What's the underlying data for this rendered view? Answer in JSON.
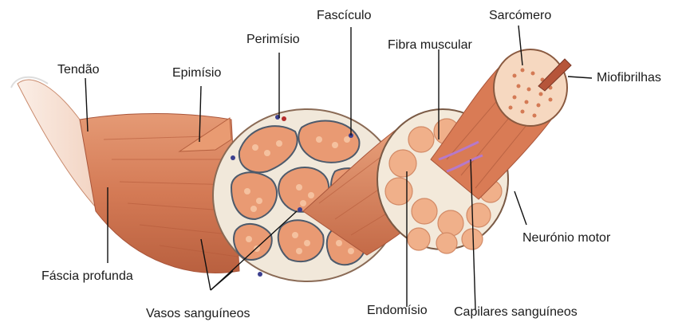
{
  "labels": {
    "tendon": "Tendão",
    "epimysium": "Epimísio",
    "perimysium": "Perimísio",
    "fascicle": "Fascículo",
    "sarcomere": "Sarcómero",
    "muscle_fiber": "Fibra muscular",
    "myofibrils": "Miofibrilhas",
    "motor_neuron": "Neurónio motor",
    "deep_fascia": "Fáscia profunda",
    "blood_vessels": "Vasos sanguíneos",
    "endomysium": "Endomísio",
    "capillaries": "Capilares sanguíneos"
  },
  "colors": {
    "muscle": "#d9835e",
    "muscle_dark": "#b75c3c",
    "fiber_fill": "#f3b893",
    "connective": "#efe6d6",
    "tendon": "#f0d9cc",
    "vessel_blue": "#3b3f8f",
    "vessel_red": "#b42a2a",
    "capillary": "#b679c9"
  }
}
